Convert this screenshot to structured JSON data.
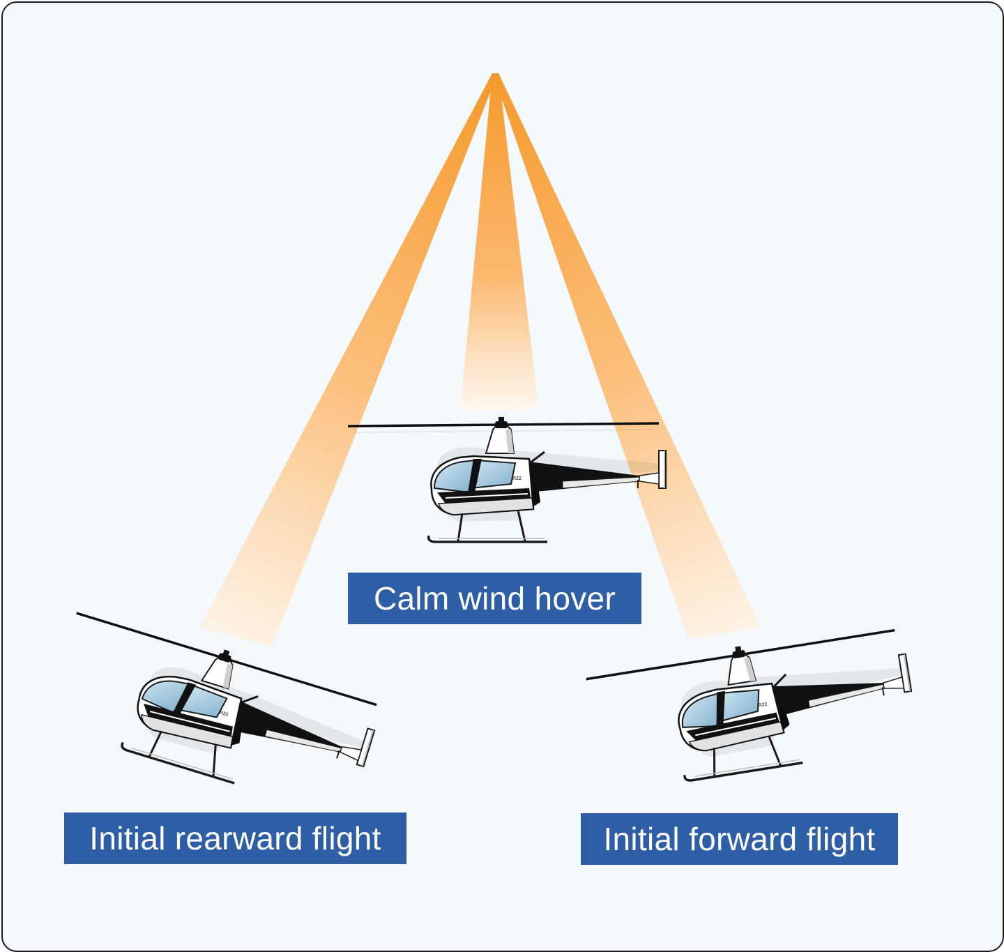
{
  "diagram": {
    "labels": {
      "hover": "Calm wind hover",
      "rearward": "Initial rearward flight",
      "forward": "Initial forward flight"
    },
    "helicopter_model_text": "R22",
    "colors": {
      "background": "#f4f9fd",
      "frame_border": "#1a1a1a",
      "label_fill": "#2e5fa6",
      "label_text": "#ffffff",
      "thrust_orange": "#f59a2c",
      "canopy_blue": "#9fc6dc",
      "fuselage_white": "#ffffff",
      "fuselage_black": "#111111"
    }
  }
}
